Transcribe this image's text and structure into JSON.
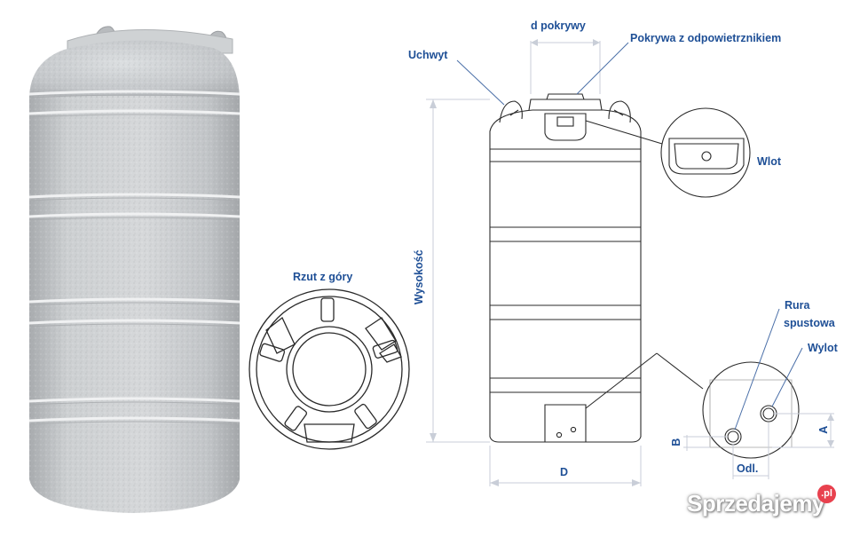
{
  "labels": {
    "d_pokrywy": "d pokrywy",
    "pokrywa": "Pokrywa z odpowietrznikiem",
    "uchwyt": "Uchwyt",
    "wlot": "Wlot",
    "wysokosc": "Wysokość",
    "rzut": "Rzut z góry",
    "rura_line1": "Rura",
    "rura_line2": "spustowa",
    "wylot": "Wylot",
    "a": "A",
    "b": "B",
    "d": "D",
    "odl": "Odl."
  },
  "watermark": {
    "text": "Sprzedajemy",
    "badge": ".pl",
    "badge_color": "#e8414e"
  },
  "colors": {
    "label": "#1e4f96",
    "drawing": "#2a2a2a",
    "dimension": "#d0d4dc",
    "tank_body": "#c9cccf"
  }
}
